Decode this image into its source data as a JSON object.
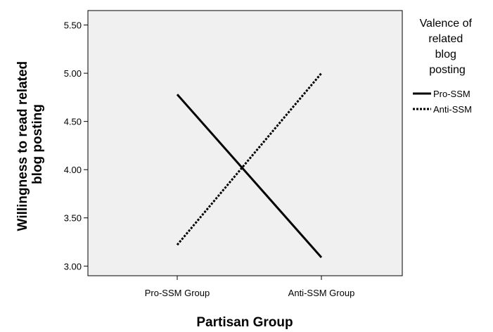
{
  "chart_data": {
    "type": "line",
    "categories": [
      "Pro-SSM Group",
      "Anti-SSM Group"
    ],
    "series": [
      {
        "name": "Pro-SSM",
        "values": [
          4.78,
          3.09
        ],
        "style": "solid",
        "color": "#000000"
      },
      {
        "name": "Anti-SSM",
        "values": [
          3.22,
          5.0
        ],
        "style": "dotted",
        "color": "#000000"
      }
    ],
    "xlabel": "Partisan Group",
    "ylabel_lines": [
      "Willingness to read related",
      "blog posting"
    ],
    "ylim": [
      2.9,
      5.65
    ],
    "yticks": [
      3.0,
      3.5,
      4.0,
      4.5,
      5.0,
      5.5
    ],
    "ytick_labels": [
      "3.00",
      "3.50",
      "4.00",
      "4.50",
      "5.00",
      "5.50"
    ],
    "legend": {
      "title_lines": [
        "Valence of",
        "related",
        "blog",
        "posting"
      ],
      "placement": "right"
    },
    "plot_background": "#f0f0f0",
    "grid": false
  }
}
